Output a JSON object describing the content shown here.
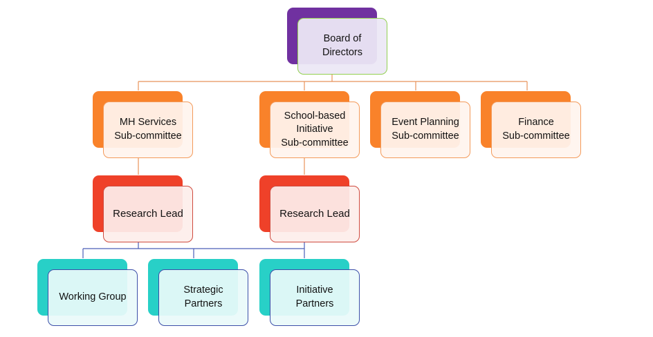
{
  "diagram": {
    "colors": {
      "purple": "#7031a0",
      "orange": "#f9822a",
      "red": "#ef4129",
      "teal": "#28d0c7",
      "orange_line": "#e8925a",
      "blue_line": "#4a5db8"
    },
    "nodes": {
      "board": "Board of\nDirectors",
      "mh_services": "MH Services\nSub-committee",
      "school_based": "School-based\nInitiative\nSub-committee",
      "event_planning": "Event Planning\nSub-committee",
      "finance": "Finance\nSub-committee",
      "research_lead_1": "Research Lead",
      "research_lead_2": "Research Lead",
      "working_group": "Working Group",
      "strategic_partners": "Strategic\nPartners",
      "initiative_partners": "Initiative\nPartners"
    }
  }
}
